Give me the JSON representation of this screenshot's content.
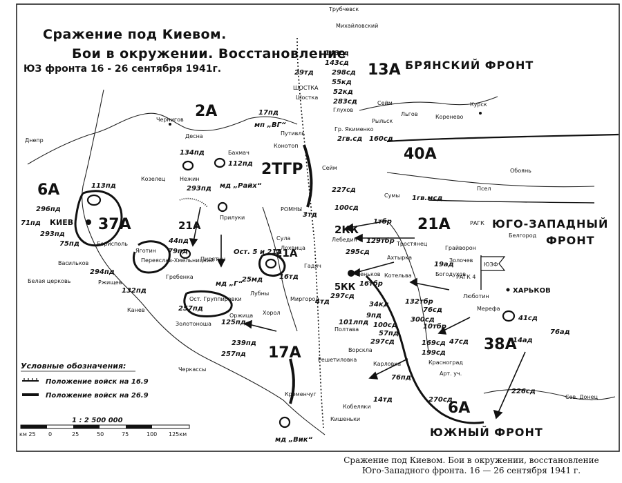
{
  "map": {
    "title_line1": "Сражение под Киевом.",
    "title_line2": "Бои в окружении. Восстановление",
    "title_line3": "ЮЗ фронта 16 - 26 сентября 1941г."
  },
  "fronts": [
    {
      "key": "bryansk",
      "label": "БРЯНСКИЙ ФРОНТ"
    },
    {
      "key": "sw1",
      "label": "ЮГО-ЗАПАДНЫЙ"
    },
    {
      "key": "sw2",
      "label": "ФРОНТ"
    },
    {
      "key": "south",
      "label": "ЮЖНЫЙ ФРОНТ"
    }
  ],
  "armies": [
    "2А",
    "13А",
    "40А",
    "6А",
    "37А",
    "21А",
    "2ТГР",
    "17А",
    "38А",
    "6А",
    "21А",
    "2КК",
    "5КК",
    "21А"
  ],
  "units": [
    "113пд",
    "296пд",
    "71пд",
    "293пд",
    "75пд",
    "294пд",
    "132пд",
    "134пд",
    "112пд",
    "293пд",
    "44пд",
    "79пд",
    "257пд",
    "125пд",
    "239пд",
    "257пд",
    "55кд",
    "52кд",
    "283сд",
    "17пд",
    "227сд",
    "100сд",
    "129тбр",
    "295сд",
    "297сд",
    "34кд",
    "9пд",
    "101лпд",
    "100сд",
    "297сд",
    "76пд",
    "14тд",
    "270сд",
    "19ад",
    "41сд",
    "14ад",
    "76ад",
    "10тбр",
    "226сд",
    "169сд",
    "199сд",
    "47сд",
    "1тбр",
    "16тд",
    "25мд",
    "29тд",
    "298сд",
    "143сд",
    "2гв.сд",
    "160сд",
    "3тд",
    "4тд",
    "300сд",
    "76сд",
    "132тбр",
    "16тбр",
    "1гв.мсд",
    "57пд",
    "143сд"
  ],
  "places": {
    "trubchevsk": "Трубчевск",
    "chernigov": "Чернигов",
    "kiev": "КИЕВ",
    "kozelets": "Козелец",
    "nezhin": "Нежин",
    "bakhmach": "Бахмач",
    "romny": "РОМНЫ",
    "lokhvitsa": "Лохвица",
    "priluki": "Прилуки",
    "pereyaslav": "Переяслав-Хмельницкий",
    "borispol": "Борисполь",
    "vasilkov": "Васильков",
    "belaya_tserkov": "Белая церковь",
    "rzhishchev": "Ржищев",
    "kanev": "Канев",
    "zolotonosha": "Золотоноша",
    "cherkassy": "Черкассы",
    "kremenchug": "Кременчуг",
    "poltava": "Полтава",
    "glukhov": "Глухов",
    "shostka": "Шостка",
    "konotop": "Конотоп",
    "sumy": "Сумы",
    "kursk": "Курск",
    "lgov": "Льгов",
    "rylsk": "Рыльск",
    "korenevo": "Коренево",
    "oboyan": "Обоянь",
    "belgorod": "Белгород",
    "kharkov": "ХАРЬКОВ",
    "zolochev": "Золочев",
    "bogodukhov": "Богодухов",
    "lyubotin": "Люботин",
    "merefa": "Мерефа",
    "trostyanets": "Тростянец",
    "graivoron": "Грайворон",
    "akhtyrka": "Ахтырка",
    "kotelva": "Котельва",
    "zenkov": "Зеньков",
    "karlovka": "Карловка",
    "krasnograd": "Красноград",
    "kishenki": "Кишеньки",
    "mikhailovsky": "Михайловский",
    "putivl": "Путивль",
    "yakimenko": "Гр. Якименко",
    "sumy_river": "Сейм",
    "psel": "Псел",
    "sula": "Сула",
    "desna": "Десна",
    "dnepr": "Днепр",
    "sev_donets": "Сев. Донец",
    "vorskla": "Ворскла",
    "art_uch": "Арт. уч.",
    "seim_river": "Сейм",
    "lebedin": "Лебедин",
    "gadyach": "Гадяч",
    "mirgorod": "Миргород",
    "piryatin": "Пирятин",
    "lubny": "Лубны",
    "khorol": "Хорол",
    "orzhitsa": "Оржица",
    "grebenka": "Гребенка",
    "yagotin": "Яготин",
    "kobelyaki": "Кобеляки",
    "reshetilovka": "Решетиловка"
  },
  "labels": {
    "ssch": "ШОСТКА",
    "mp_vg": "мп „ВГ“",
    "md_vik": "мд „Вик“",
    "mo_raikh": "мд „Райх“",
    "mp_g": "мд „Г“",
    "ost_kurilpo": "Ост. 5 и 21А",
    "ost_gr": "Ост. Группировки",
    "yuzf": "ЮЗФ",
    "ragk": "РАГК",
    "ragk4": "РАГК 4"
  },
  "legend": {
    "heading": "Условные обозначения:",
    "item1": "Положение войск на 16.9",
    "item2": "Положение войск на 26.9"
  },
  "scale": {
    "ratio": "1 : 2 500 000",
    "ticks": [
      "км 25",
      "0",
      "25",
      "50",
      "75",
      "100",
      "125км"
    ]
  },
  "caption": {
    "line1": "Сражение под Киевом. Бои в окружении, восстановление",
    "line2": "Юго-Западного фронта. 16 — 26 сентября 1941 г."
  },
  "colors": {
    "ink": "#111111",
    "paper": "#ffffff"
  }
}
